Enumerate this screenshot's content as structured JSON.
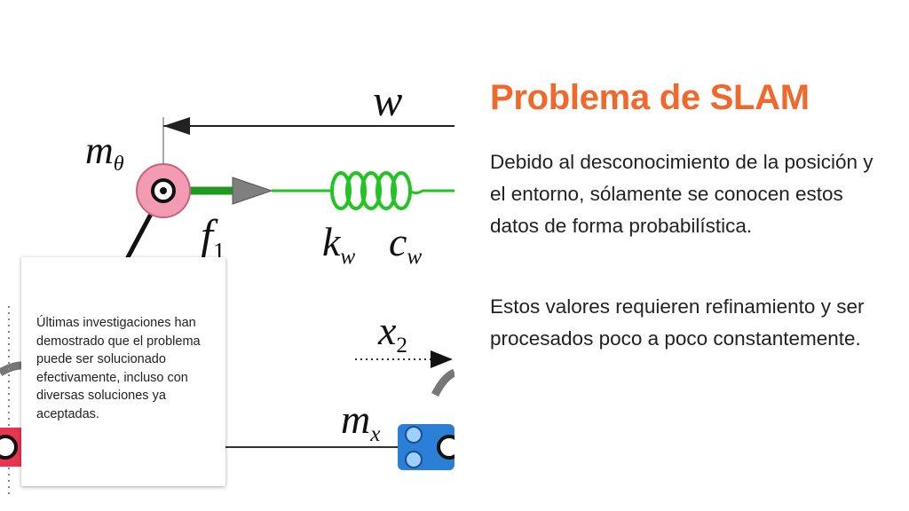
{
  "slide": {
    "title": "Problema de SLAM",
    "paragraphs": [
      "Debido al desconocimiento de la posición y el entorno, sólamente se conocen estos datos de forma probabilística.",
      "Estos valores requieren refinamiento y ser procesados poco a poco constantemente."
    ],
    "note": "Últimas investigaciones han demostrado que el problema puede ser solucionado efectivamente, incluso con diversas soluciones ya aceptadas."
  },
  "figure": {
    "labels": {
      "w": "w",
      "m_theta": {
        "base": "m",
        "sub": "θ"
      },
      "f1": {
        "base": "f",
        "sub": "1"
      },
      "kw": {
        "base": "k",
        "sub": "w"
      },
      "cw": {
        "base": "c",
        "sub": "w"
      },
      "x2": {
        "base": "x",
        "sub": "2"
      },
      "mx": {
        "base": "m",
        "sub": "x"
      }
    },
    "colors": {
      "accent": "#f0682b",
      "spring": "#22c322",
      "pivot": "#f29bb2",
      "cart": "#2b7fd6",
      "wheel_red": "#e63650"
    }
  }
}
